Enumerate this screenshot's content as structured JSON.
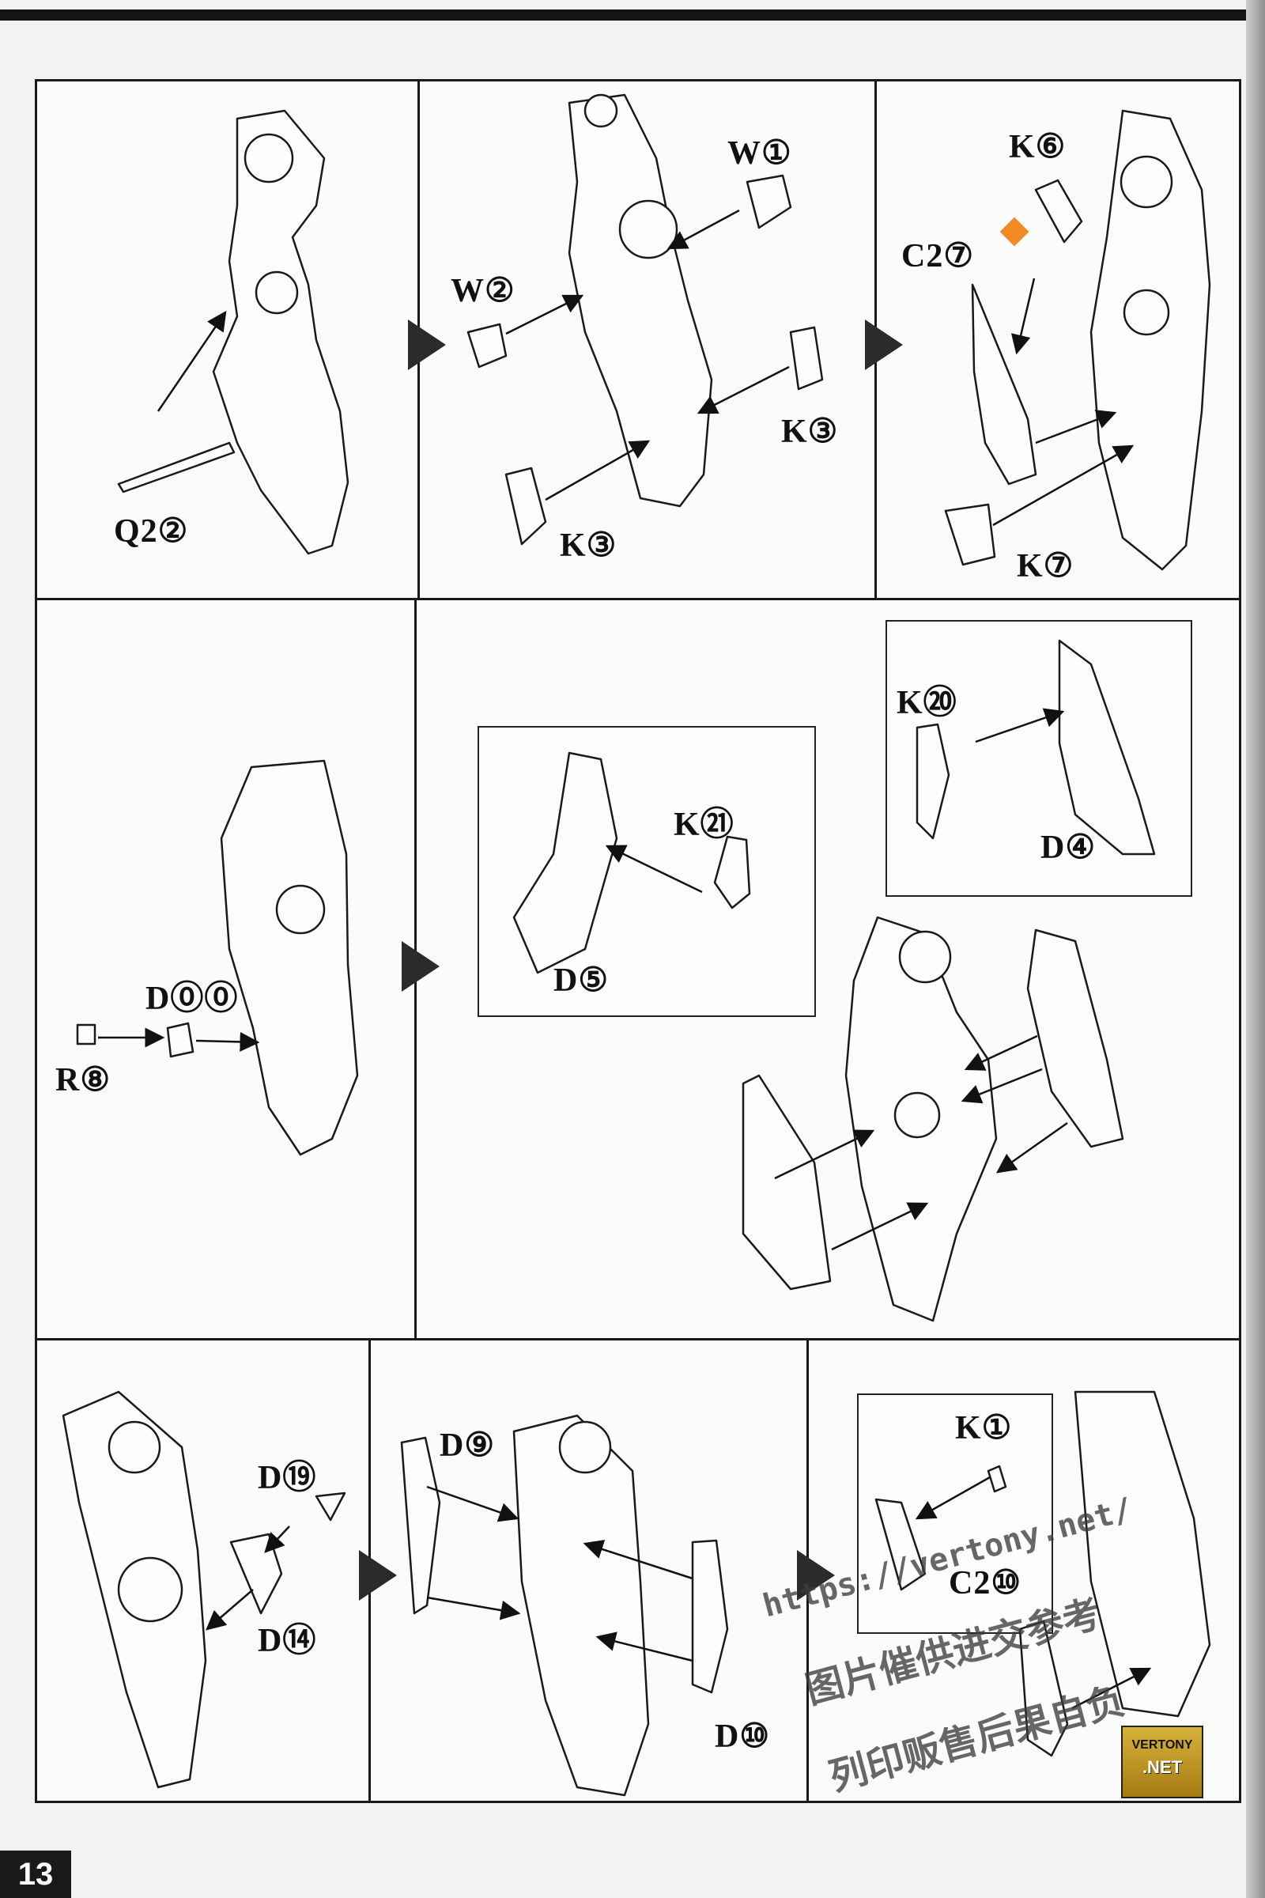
{
  "page": {
    "number": "13"
  },
  "brand": {
    "line1": "VERTONY",
    "line2": ".NET"
  },
  "watermark": {
    "url": "https://vertony.net/",
    "line1": "图片催供进交参考",
    "line2": "列印贩售后果自负"
  },
  "steps": {
    "row1": {
      "panel1": {
        "labels": [
          "Q2②"
        ]
      },
      "panel2": {
        "labels": [
          "W①",
          "W②",
          "K③",
          "K③"
        ]
      },
      "panel3": {
        "labels": [
          "K⑥",
          "C2⑦",
          "K⑦"
        ]
      }
    },
    "row2": {
      "panel1": {
        "labels": [
          "D⓪⓪",
          "R⑧"
        ]
      },
      "panel2": {
        "labels": [
          "K㉑",
          "D⑤",
          "K⑳",
          "D④"
        ]
      }
    },
    "row3": {
      "panel1": {
        "labels": [
          "D⑲",
          "D⑭"
        ]
      },
      "panel2": {
        "labels": [
          "D⑨",
          "D⑩"
        ]
      },
      "panel3": {
        "labels": [
          "K①",
          "C2⑩"
        ]
      }
    }
  },
  "colors": {
    "line": "#1a1a1a",
    "paper": "#fbfbfa",
    "accent": "#f08a24",
    "gold": "#c9a42a"
  }
}
